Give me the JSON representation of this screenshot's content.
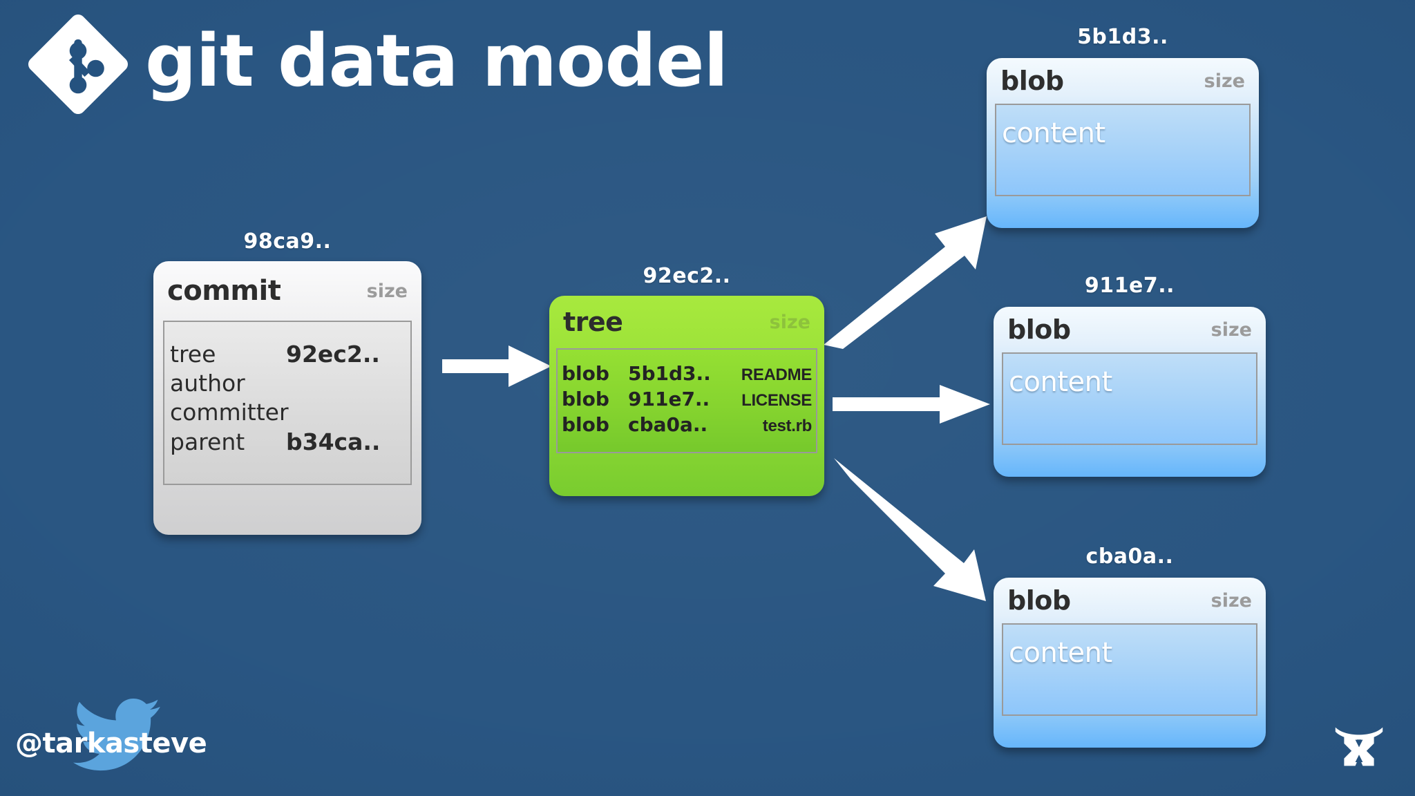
{
  "title": {
    "text": "git data model",
    "logo_icon": "git-logo-icon"
  },
  "commit": {
    "hash_label": "98ca9..",
    "type": "commit",
    "size_label": "size",
    "fields": [
      {
        "key": "tree",
        "value": "92ec2.."
      },
      {
        "key": "author",
        "value": ""
      },
      {
        "key": "committer",
        "value": ""
      },
      {
        "key": "parent",
        "value": "b34ca.."
      }
    ]
  },
  "tree": {
    "hash_label": "92ec2..",
    "type": "tree",
    "size_label": "size",
    "entries": [
      {
        "mode": "blob",
        "hash": "5b1d3..",
        "name": "README"
      },
      {
        "mode": "blob",
        "hash": "911e7..",
        "name": "LICENSE"
      },
      {
        "mode": "blob",
        "hash": "cba0a..",
        "name": "test.rb"
      }
    ]
  },
  "blobs": [
    {
      "hash_label": "5b1d3..",
      "type": "blob",
      "size_label": "size",
      "content": "content"
    },
    {
      "hash_label": "911e7..",
      "type": "blob",
      "size_label": "size",
      "content": "content"
    },
    {
      "hash_label": "cba0a..",
      "type": "blob",
      "size_label": "size",
      "content": "content"
    }
  ],
  "footer": {
    "handle": "@tarkasteve",
    "twitter_icon": "twitter-bird-icon",
    "corner_logo_icon": "atlassian-logo-icon"
  },
  "colors": {
    "background": "#25527f",
    "tree_green": "#8ad636",
    "blob_blue": "#9fd0f7",
    "commit_grey": "#dcdcdd",
    "arrow_white": "#ffffff",
    "twitter_blue": "#5ba4dd"
  }
}
